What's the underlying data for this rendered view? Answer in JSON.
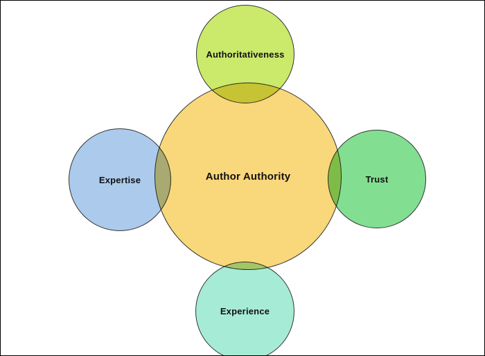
{
  "diagram": {
    "type": "venn",
    "background": "#FFFFFF",
    "stroke_color": "#333333",
    "center": {
      "id": "author-authority",
      "label": "Author Authority",
      "color": "#F9D77B"
    },
    "nodes": [
      {
        "id": "authoritativeness",
        "label": "Authoritativeness",
        "color": "#CBE96B",
        "position": "top"
      },
      {
        "id": "expertise",
        "label": "Expertise",
        "color": "#ACCAEB",
        "position": "left"
      },
      {
        "id": "trust",
        "label": "Trust",
        "color": "#82DF92",
        "position": "right"
      },
      {
        "id": "experience",
        "label": "Experience",
        "color": "#A6EBD5",
        "position": "bottom"
      }
    ]
  }
}
